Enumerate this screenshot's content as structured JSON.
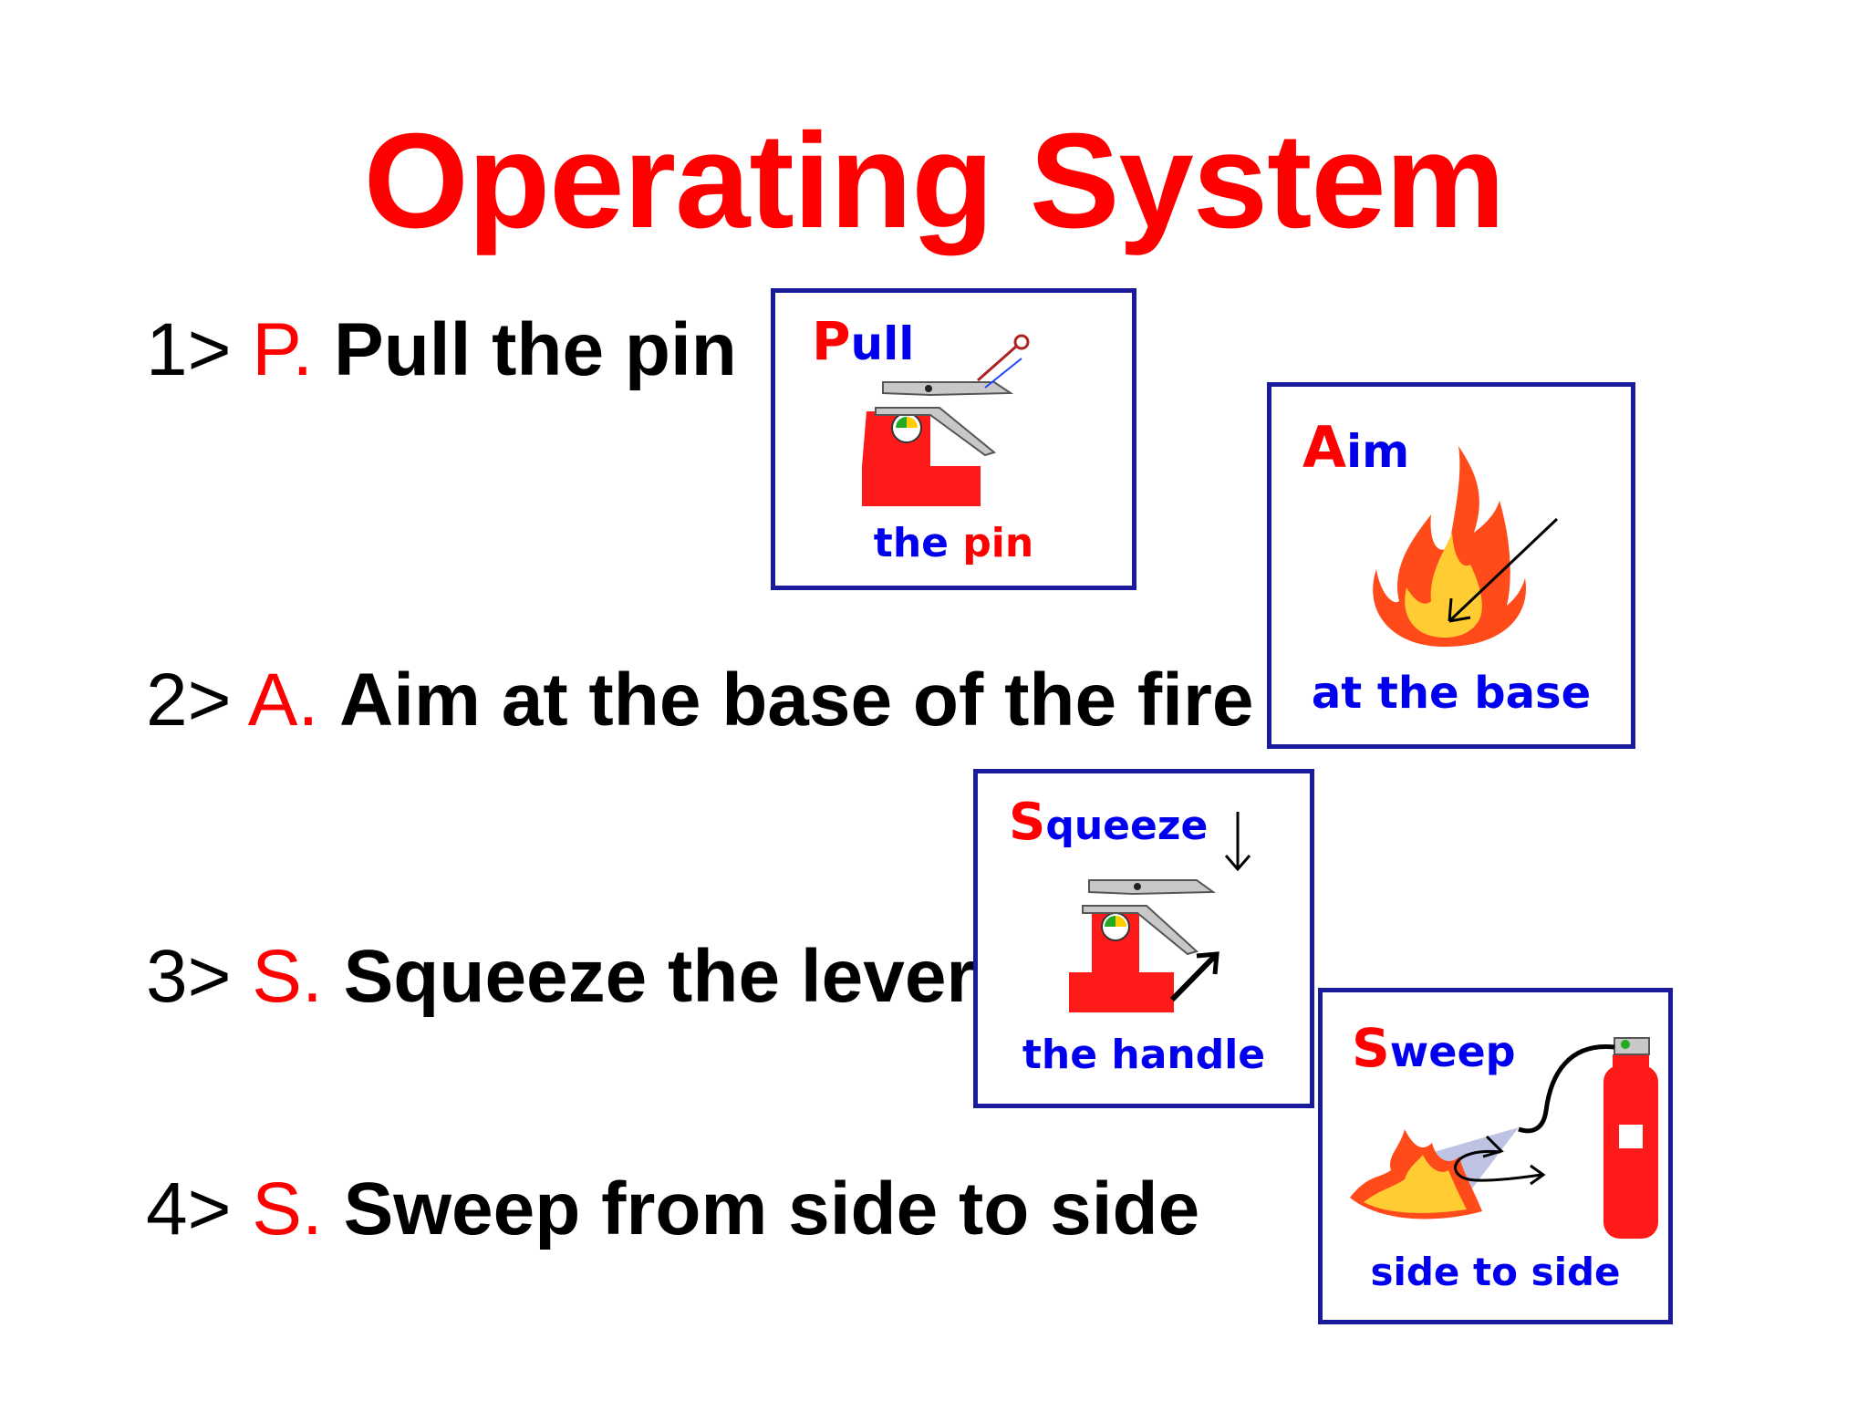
{
  "title": "Operating System",
  "steps": [
    {
      "num": "1>",
      "letter": "P.",
      "text": "Pull the pin"
    },
    {
      "num": "2>",
      "letter": "A.",
      "text": "Aim at the base of the fire"
    },
    {
      "num": "3>",
      "letter": "S.",
      "text": "Squeeze the lever"
    },
    {
      "num": "4>",
      "letter": "S.",
      "text": "Sweep from side to side"
    }
  ],
  "cards": {
    "pull": {
      "cap": "P",
      "rest": "ull",
      "foot_a": "the",
      "foot_b": "pin"
    },
    "aim": {
      "cap": "A",
      "rest": "im",
      "foot": "at the base"
    },
    "squeeze": {
      "cap": "S",
      "rest": "queeze",
      "foot": "the handle"
    },
    "sweep": {
      "cap": "S",
      "rest": "weep",
      "foot": "side to side"
    }
  },
  "colors": {
    "title": "#ff0000",
    "letter": "#ff0000",
    "card_border": "#1a1a9c",
    "card_text": "#0000ee"
  }
}
